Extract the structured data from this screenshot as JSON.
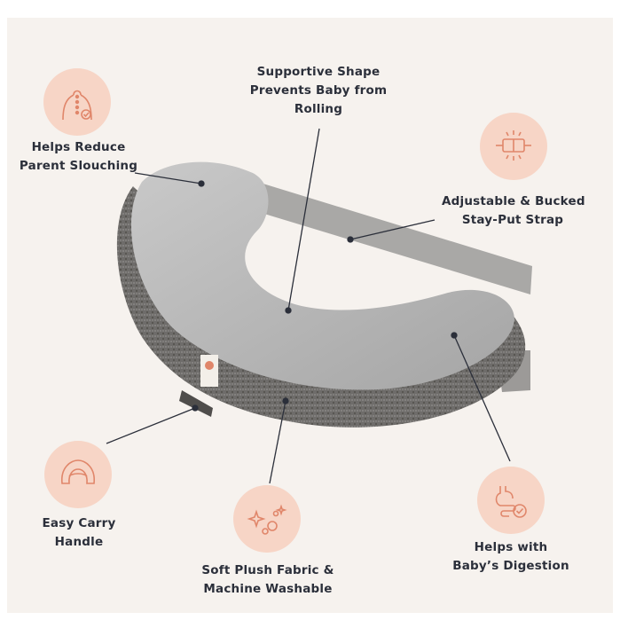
{
  "features": {
    "slouching": {
      "line1": "Helps Reduce",
      "line2": "Parent Slouching",
      "icon": "spine-posture-icon"
    },
    "shape": {
      "line1": "Supportive Shape",
      "line2": "Prevents Baby from",
      "line3": "Rolling"
    },
    "strap": {
      "line1": "Adjustable & Bucked",
      "line2": "Stay-Put Strap",
      "icon": "buckle-icon"
    },
    "handle": {
      "line1": "Easy Carry",
      "line2": "Handle",
      "icon": "pillow-handle-icon"
    },
    "fabric": {
      "line1": "Soft Plush Fabric &",
      "line2": "Machine Washable",
      "icon": "sparkle-bubbles-icon"
    },
    "digestion": {
      "line1": "Helps with",
      "line2": "Baby’s Digestion",
      "icon": "stomach-check-icon"
    }
  },
  "colors": {
    "badge": "#f7d5c6",
    "icon_stroke": "#e0866a",
    "text": "#2b2f3a",
    "panel": "#f6f2ee"
  }
}
